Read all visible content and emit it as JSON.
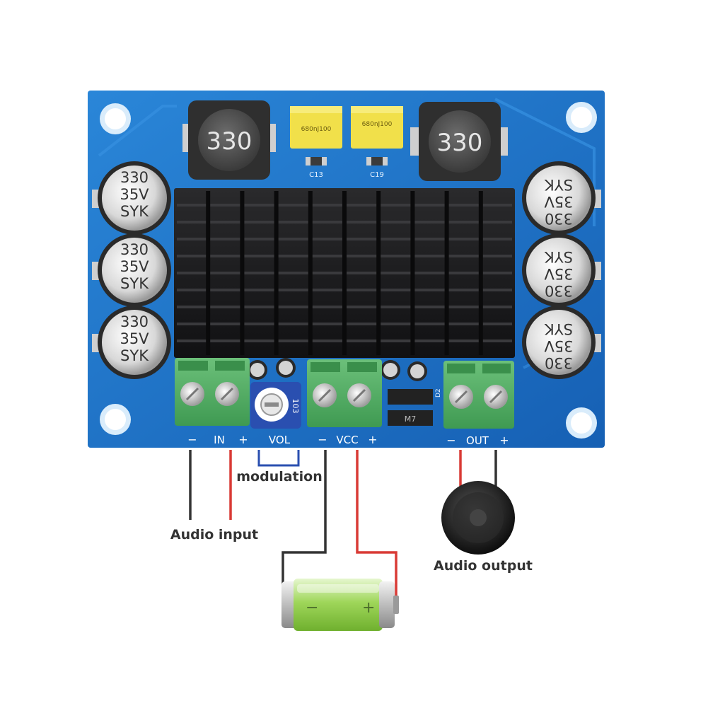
{
  "inductors": [
    {
      "marking": "330"
    },
    {
      "marking": "330"
    }
  ],
  "film_caps": [
    {
      "marking": "680nJ100",
      "ref": "C13"
    },
    {
      "marking": "680nJ100",
      "ref": "C19"
    }
  ],
  "electrolytic_caps": {
    "line1": "330",
    "line2": "35V",
    "line3": "SYK"
  },
  "pot": {
    "marking": "103"
  },
  "small_parts": {
    "d2": "D2",
    "m7": "M7"
  },
  "silkscreen": {
    "in_minus": "−",
    "in_label": "IN",
    "in_plus": "+",
    "vol_label": "VOL",
    "vcc_minus": "−",
    "vcc_label": "VCC",
    "vcc_plus": "+",
    "out_minus": "−",
    "out_label": "OUT",
    "out_plus": "+"
  },
  "labels": {
    "modulation": "modulation",
    "audio_input": "Audio input",
    "audio_output": "Audio output"
  },
  "battery": {
    "minus": "−",
    "plus": "+"
  },
  "colors": {
    "pcb": "#1a6fc4",
    "heatsink": "#1b1b1d",
    "terminal": "#4fb062",
    "film_cap": "#f1e04a",
    "wire_red": "#d93a35",
    "wire_black": "#333333",
    "wire_blue": "#2a4fb0",
    "battery_green": "#9fd65a"
  }
}
